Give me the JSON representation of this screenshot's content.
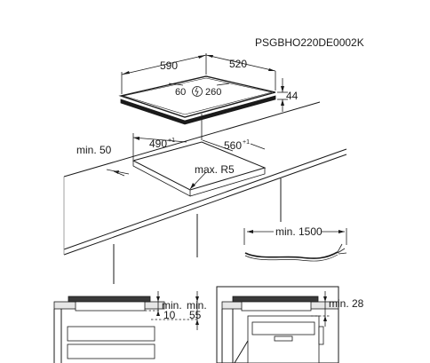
{
  "model_code": "PSGBHO220DE0002K",
  "hob": {
    "width": "590",
    "depth": "520",
    "height": "44",
    "power_a": "60",
    "power_b": "260"
  },
  "cutout": {
    "width": "490",
    "width_tol": "+1",
    "depth": "560",
    "depth_tol": "+1",
    "front_margin": "min. 50",
    "corner_radius": "max. R5"
  },
  "cable": {
    "length": "min. 1500"
  },
  "side_view_a": {
    "gap_label_top": "min.",
    "gap_value": "10",
    "clearance_label_top": "min.",
    "clearance_value": "55"
  },
  "side_view_b": {
    "gap": "min. 28"
  },
  "colors": {
    "line": "#1a1a1a",
    "surface": "#e6e6e6",
    "hob_glass": "#3a3a3a"
  }
}
